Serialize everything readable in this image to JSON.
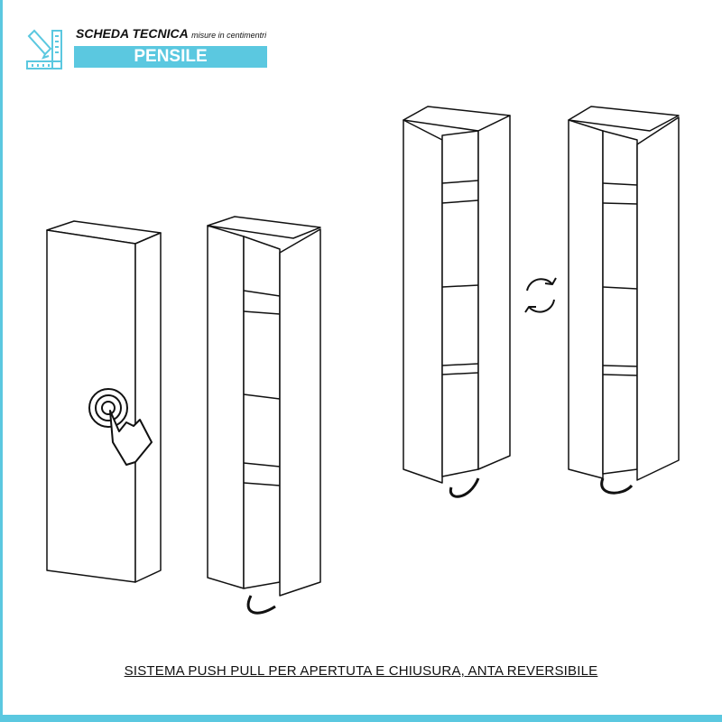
{
  "header": {
    "title": "SCHEDA TECNICA",
    "subtitle": "misure in centimentri",
    "product": "PENSILE"
  },
  "caption": "SISTEMA PUSH PULL PER APERTUTA E CHIUSURA, ANTA REVERSIBILE",
  "colors": {
    "accent": "#5bc8e0",
    "line": "#111111"
  }
}
